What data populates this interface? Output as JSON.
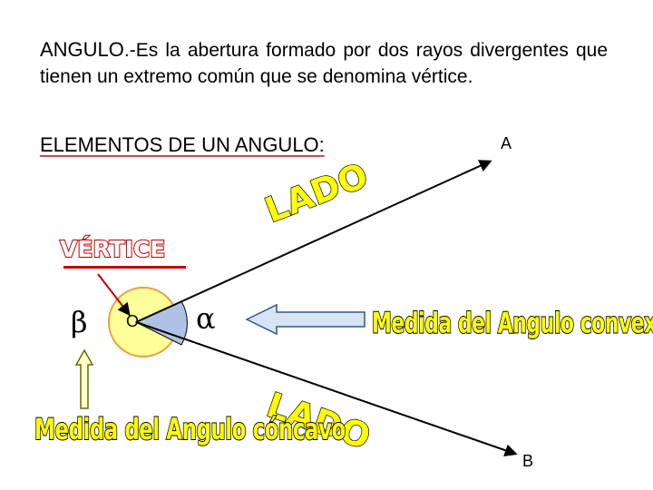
{
  "definition": {
    "term": "ANGULO",
    "text": ".-Es la abertura formado por dos rayos divergentes que tienen un extremo común que se denomina vértice."
  },
  "heading": "ELEMENTOS DE UN ANGULO:",
  "points": {
    "a": "A",
    "b": "B",
    "o": "O"
  },
  "labels": {
    "vertice": "VÉRTICE",
    "lado_top": "LADO",
    "lado_bottom": "LADO",
    "convexo": "Medida del Angulo convexo",
    "concavo": "Medida del Angulo cóncavo"
  },
  "greek": {
    "beta": "β",
    "alpha": "α"
  },
  "colors": {
    "wordart_fill": "#ffff00",
    "accent_red": "#c00000",
    "vertex_circle": "#ffff99",
    "vertex_circle_stroke": "#e8a040",
    "angle_fill": "#aec3e3",
    "arrow_fill": "#d7e4f4"
  }
}
